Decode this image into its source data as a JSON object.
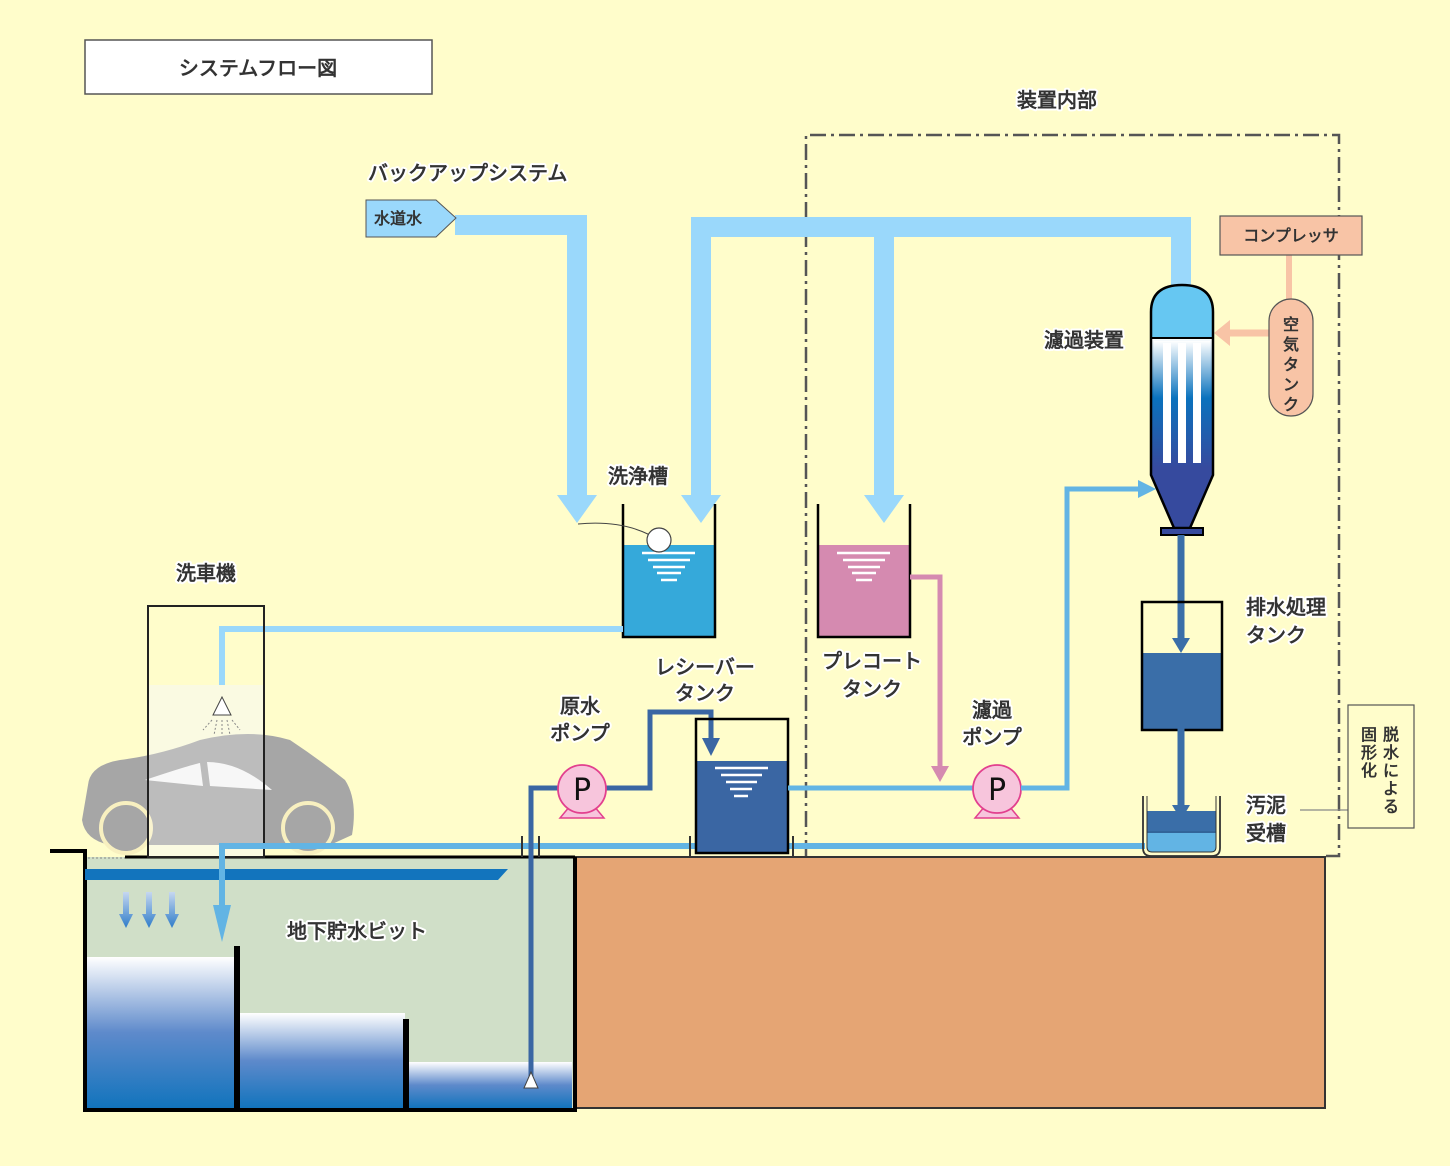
{
  "title": "システムフロー図",
  "colors": {
    "background": "#FFFDCB",
    "tap_water_pipe": "#9AD8FB",
    "wash_water_pipe": "#62B4E4",
    "raw_water_pipe": "#3A66A3",
    "precoat": "#D58AB0",
    "air": "#F8C4A6",
    "ground": "#E5A574",
    "pit_fill": "#D0DFC8",
    "water_deep": "#1274BD",
    "filter_body": "#364A9E"
  },
  "labels": {
    "backup_system": "バックアップシステム",
    "tap_water": "水道水",
    "device_interior": "装置内部",
    "compressor": "コンプレッサ",
    "air_tank": [
      "空",
      "気",
      "タ",
      "ン",
      "ク"
    ],
    "filter_device": "濾過装置",
    "wash_tank": "洗浄槽",
    "car_wash": "洗車機",
    "receiver_tank": [
      "レシーバー",
      "タンク"
    ],
    "precoat_tank": [
      "プレコート",
      "タンク"
    ],
    "raw_water_pump": [
      "原水",
      "ポンプ"
    ],
    "filter_pump": [
      "濾過",
      "ポンプ"
    ],
    "drain_tank": [
      "排水処理",
      "タンク"
    ],
    "sludge_tank": [
      "汚泥",
      "受槽"
    ],
    "dewatering_col1": [
      "脱",
      "水",
      "に",
      "よ",
      "る"
    ],
    "dewatering_col2": [
      "固",
      "形",
      "化"
    ],
    "underground_pit": "地下貯水ビット",
    "pump_symbol": "P"
  }
}
